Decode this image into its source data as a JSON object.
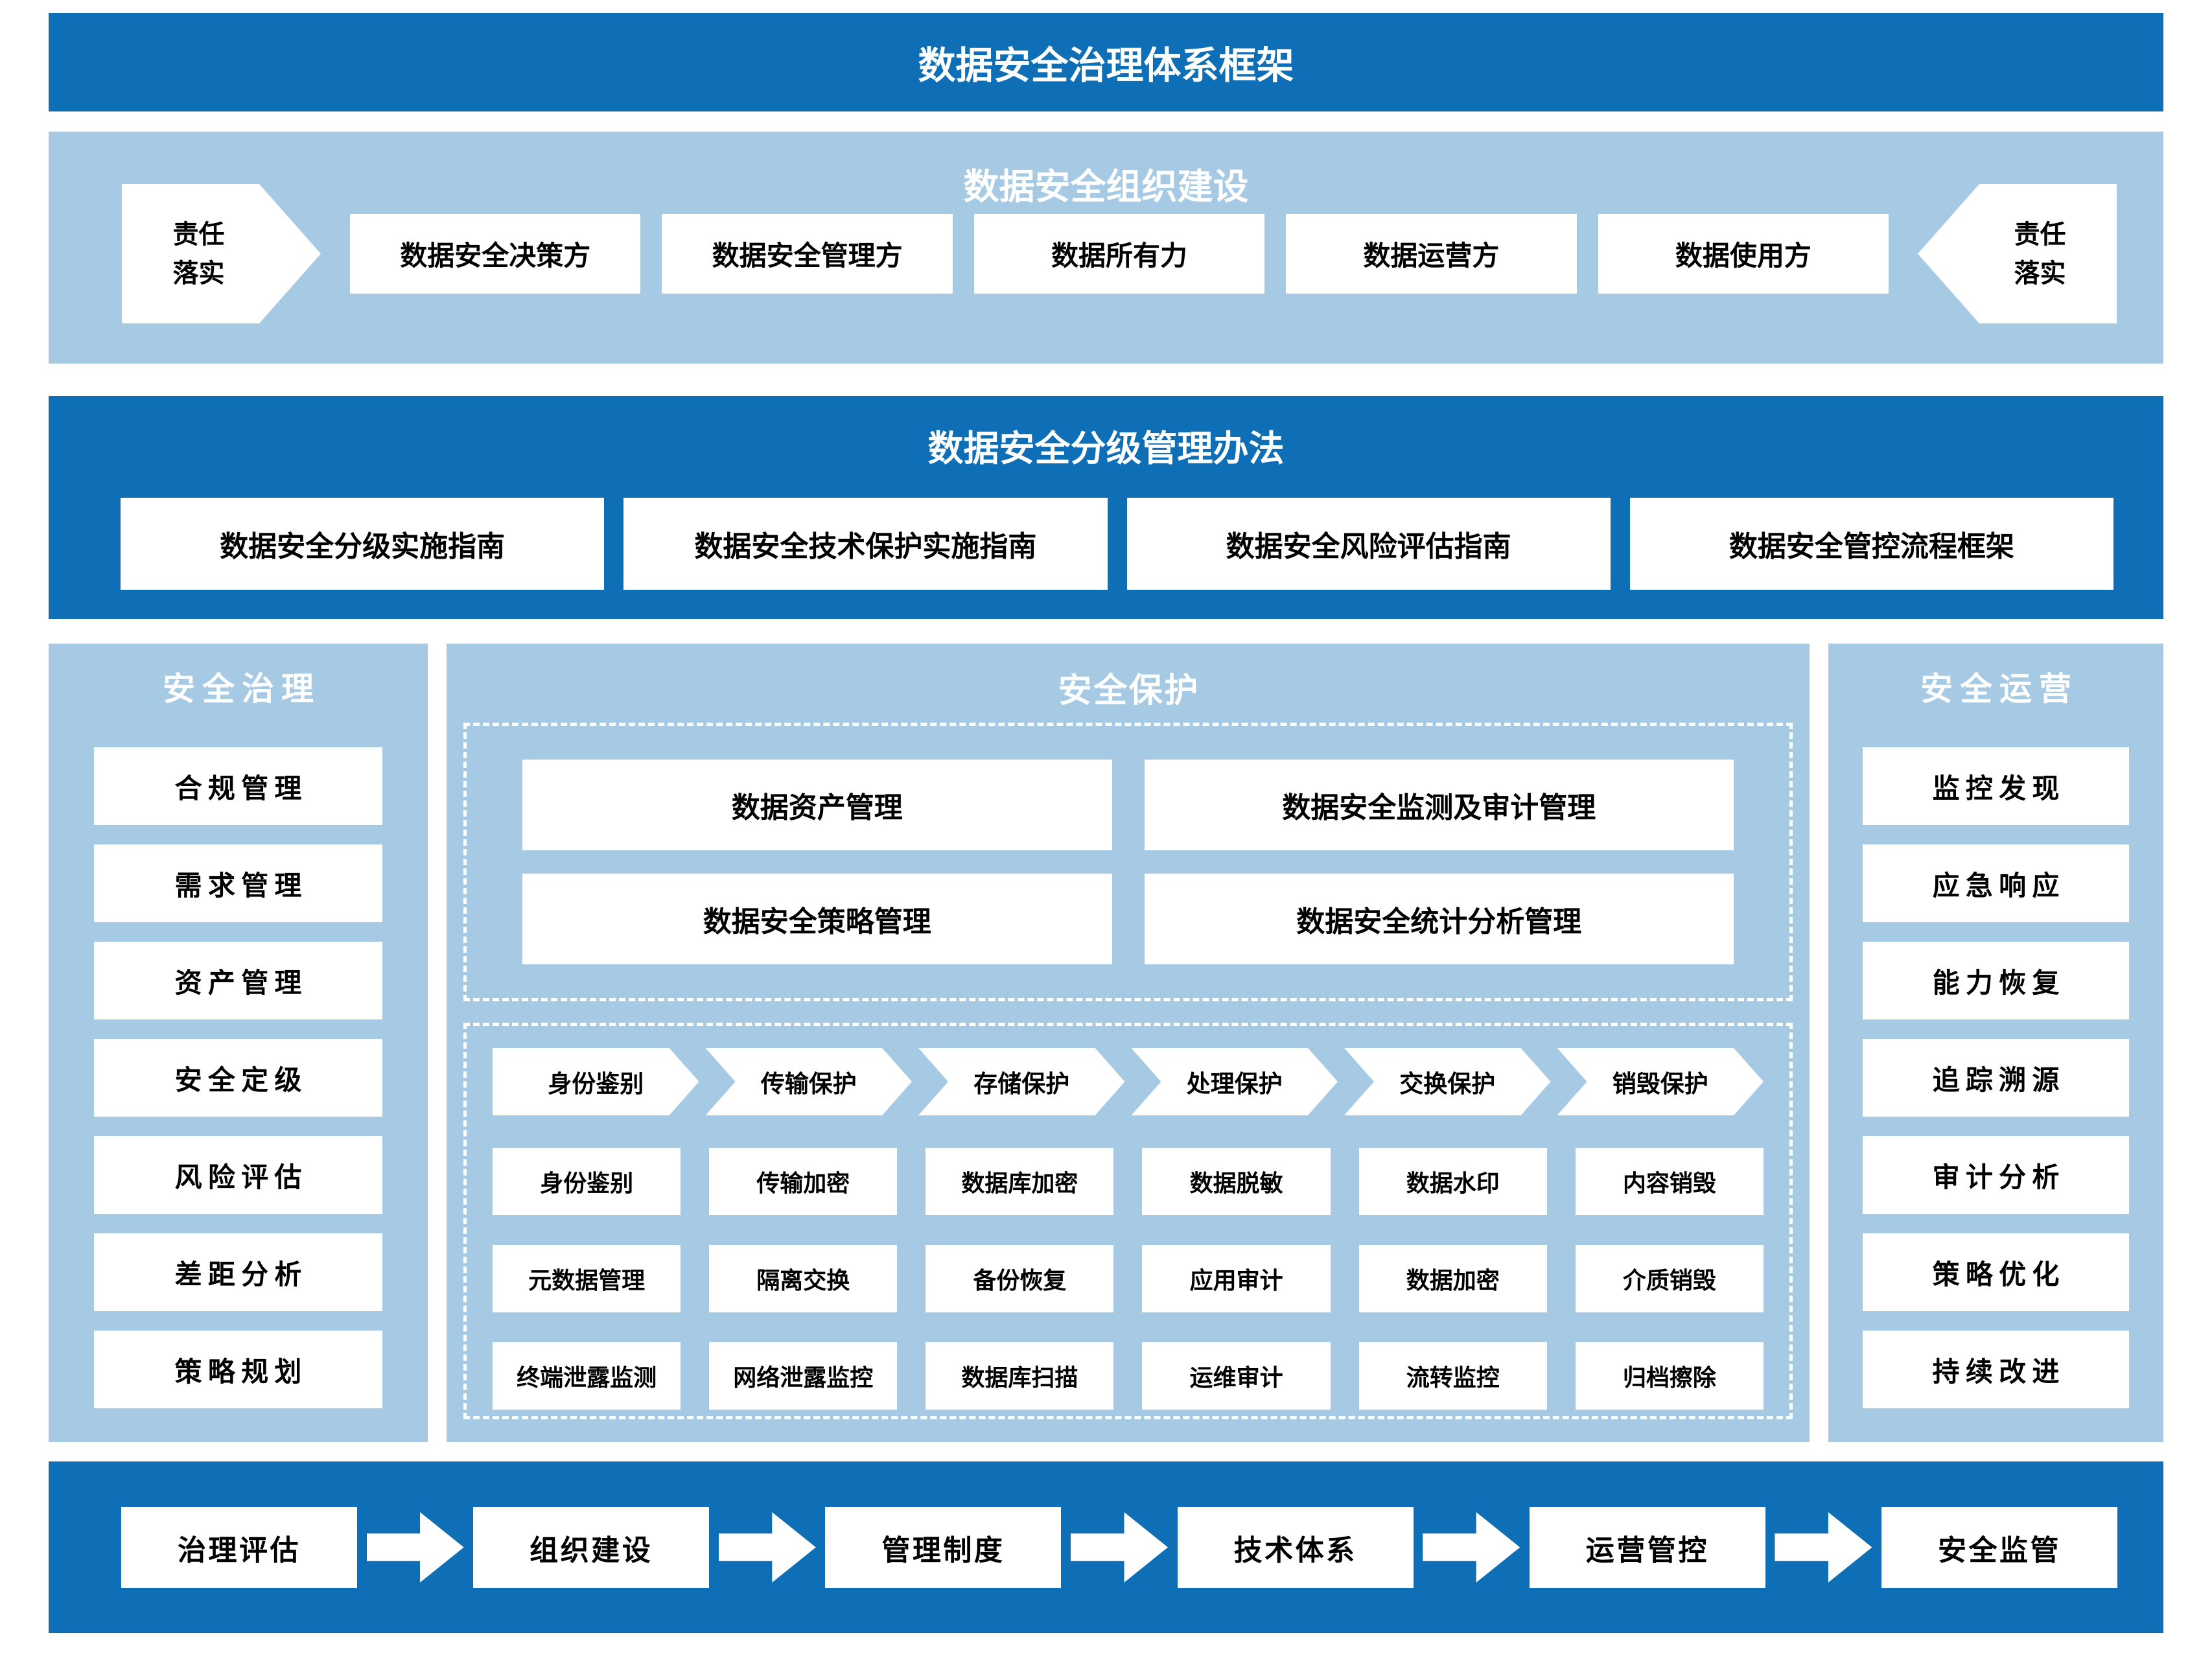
{
  "title": "数据安全治理体系框架",
  "colors": {
    "primary_blue": "#0F6FB6",
    "light_blue": "#A6CAE4",
    "box_white": "#FFFFFF",
    "text_black": "#000000"
  },
  "org_section": {
    "title": "数据安全组织建设",
    "left_arrow": "责任落实",
    "right_arrow": "责任落实",
    "boxes": [
      "数据安全决策方",
      "数据安全管理方",
      "数据所有力",
      "数据运营方",
      "数据使用方"
    ]
  },
  "grading_section": {
    "title": "数据安全分级管理办法",
    "boxes": [
      "数据安全分级实施指南",
      "数据安全技术保护实施指南",
      "数据安全风险评估指南",
      "数据安全管控流程框架"
    ]
  },
  "governance_column": {
    "title": "安全治理",
    "items": [
      "合规管理",
      "需求管理",
      "资产管理",
      "安全定级",
      "风险评估",
      "差距分析",
      "策略规划"
    ]
  },
  "protection_column": {
    "title": "安全保护",
    "management_boxes": [
      "数据资产管理",
      "数据安全监测及审计管理",
      "数据安全策略管理",
      "数据安全统计分析管理"
    ],
    "lifecycle_chevrons": [
      "身份鉴别",
      "传输保护",
      "存储保护",
      "处理保护",
      "交换保护",
      "销毁保护"
    ],
    "capability_grid": [
      [
        "身份鉴别",
        "传输加密",
        "数据库加密",
        "数据脱敏",
        "数据水印",
        "内容销毁"
      ],
      [
        "元数据管理",
        "隔离交换",
        "备份恢复",
        "应用审计",
        "数据加密",
        "介质销毁"
      ],
      [
        "终端泄露监测",
        "网络泄露监控",
        "数据库扫描",
        "运维审计",
        "流转监控",
        "归档擦除"
      ]
    ]
  },
  "operation_column": {
    "title": "安全运营",
    "items": [
      "监控发现",
      "应急响应",
      "能力恢复",
      "追踪溯源",
      "审计分析",
      "策略优化",
      "持续改进"
    ]
  },
  "process_flow": {
    "steps": [
      "治理评估",
      "组织建设",
      "管理制度",
      "技术体系",
      "运营管控",
      "安全监管"
    ]
  }
}
